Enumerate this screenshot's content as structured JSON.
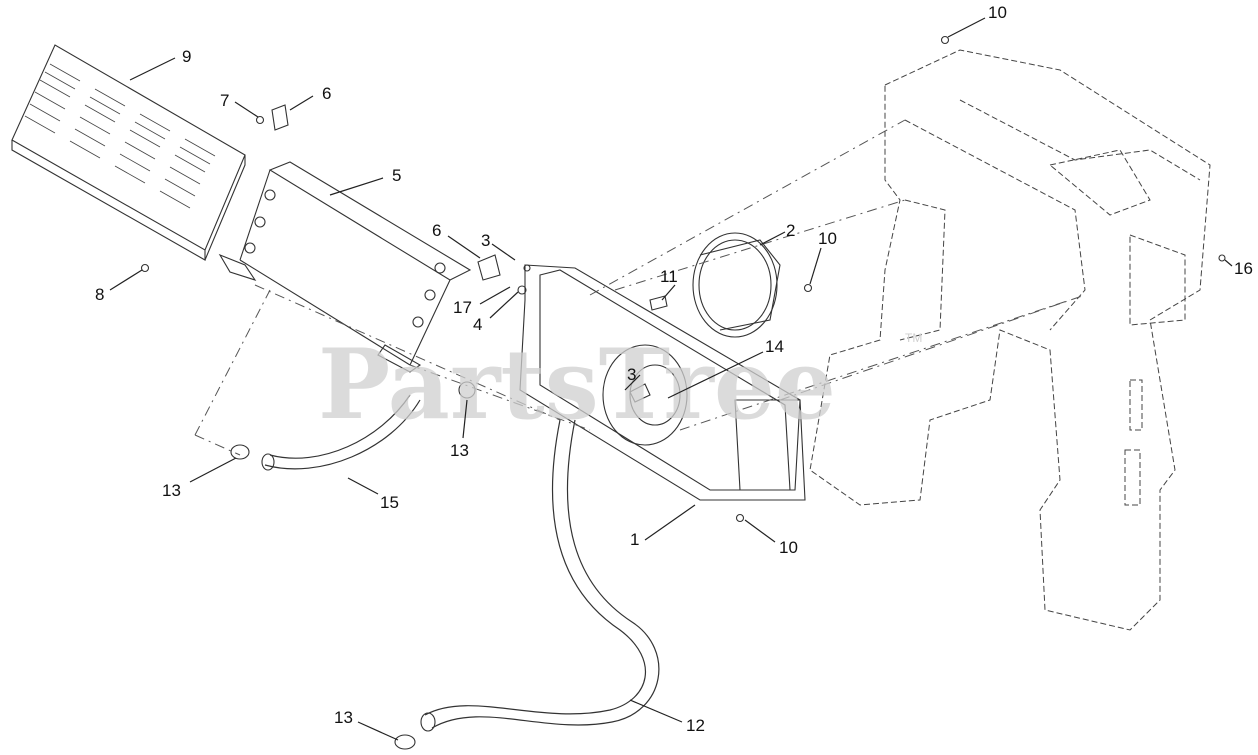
{
  "watermark": {
    "text": "PartsTree",
    "trademark": "TM"
  },
  "callouts": [
    {
      "id": "c1",
      "label": "1"
    },
    {
      "id": "c2",
      "label": "2"
    },
    {
      "id": "c3a",
      "label": "3"
    },
    {
      "id": "c3b",
      "label": "3"
    },
    {
      "id": "c4",
      "label": "4"
    },
    {
      "id": "c5",
      "label": "5"
    },
    {
      "id": "c6a",
      "label": "6"
    },
    {
      "id": "c6b",
      "label": "6"
    },
    {
      "id": "c7",
      "label": "7"
    },
    {
      "id": "c8",
      "label": "8"
    },
    {
      "id": "c9",
      "label": "9"
    },
    {
      "id": "c10a",
      "label": "10"
    },
    {
      "id": "c10b",
      "label": "10"
    },
    {
      "id": "c10c",
      "label": "10"
    },
    {
      "id": "c11",
      "label": "11"
    },
    {
      "id": "c12",
      "label": "12"
    },
    {
      "id": "c13a",
      "label": "13"
    },
    {
      "id": "c13b",
      "label": "13"
    },
    {
      "id": "c13c",
      "label": "13"
    },
    {
      "id": "c14",
      "label": "14"
    },
    {
      "id": "c15",
      "label": "15"
    },
    {
      "id": "c16",
      "label": "16"
    },
    {
      "id": "c17",
      "label": "17"
    }
  ]
}
